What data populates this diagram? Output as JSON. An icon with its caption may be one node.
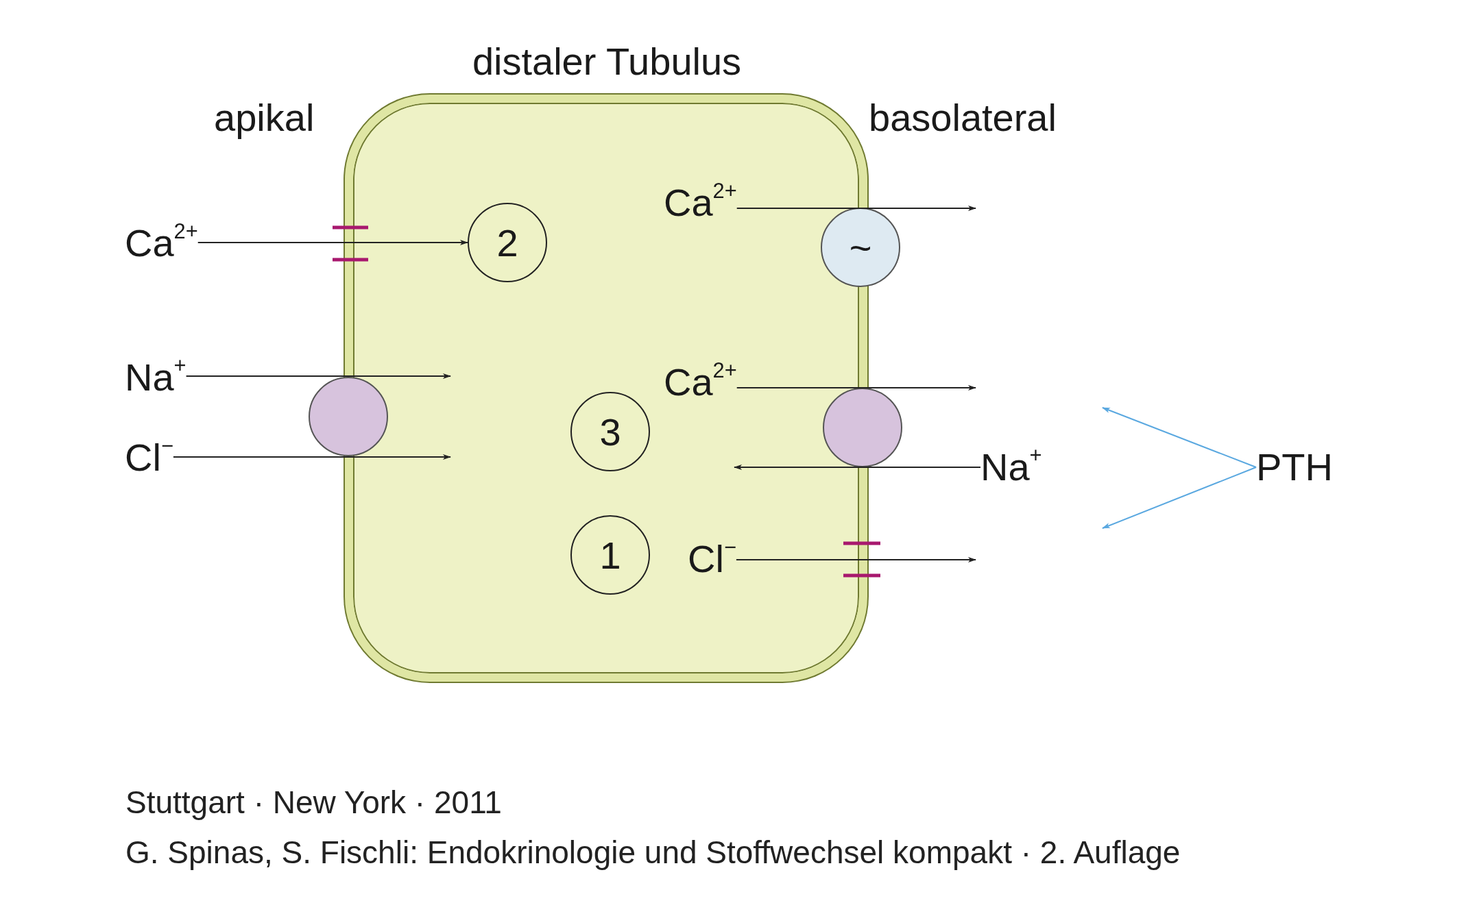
{
  "diagram": {
    "nodes": [
      {
        "text": [
          "distaler Tubulus"
        ]
      },
      {
        "text": [
          "Ca$^{2+}$"
        ]
      },
      {
        "text": [
          "2"
        ],
        "in": 0
      },
      {
        "text": [
          "Ca$^{2+}$"
        ],
        "in": 0
      },
      {
        "text": [
          "~"
        ]
      },
      {
        "text": [
          "Na$^{+}$"
        ]
      },
      {
        "text": [],
        "shape": "circle"
      },
      {
        "text": [
          "Cl$^{−}$"
        ]
      },
      {
        "text": [
          "3"
        ],
        "in": 0
      },
      {
        "text": [
          "Ca$^{2+}$"
        ],
        "in": 0
      },
      {
        "text": [],
        "shape": "circle"
      },
      {
        "text": [
          "Na$^{+}$"
        ]
      },
      {
        "text": [
          "PTH"
        ]
      },
      {
        "text": [
          "1"
        ],
        "in": 0
      },
      {
        "text": [
          "Cl$^{−}$"
        ],
        "in": 0
      }
    ],
    "edges": [
      {
        "from": 1,
        "to": 2,
        "arrow": "to"
      },
      {
        "from": 5,
        "to": null,
        "arrow": "to"
      },
      {
        "from": 7,
        "to": null,
        "arrow": "to"
      },
      {
        "from": 3,
        "to": null,
        "arrow": "to"
      },
      {
        "from": 9,
        "to": null,
        "arrow": "to"
      },
      {
        "from": 11,
        "to": null,
        "arrow": "to"
      },
      {
        "from": 14,
        "to": null,
        "arrow": "to"
      },
      {
        "from": 12,
        "to": null,
        "arrow": "to",
        "color": "#5aa8e0"
      },
      {
        "from": 12,
        "to": null,
        "arrow": "to",
        "color": "#5aa8e0"
      }
    ],
    "labels": [
      "apikal",
      "basolateral",
      "Stuttgart · New York · 2011",
      "G. Spinas, S. Fischli: Endokrinologie und Stoffwechsel kompakt · 2. Auflage"
    ]
  }
}
